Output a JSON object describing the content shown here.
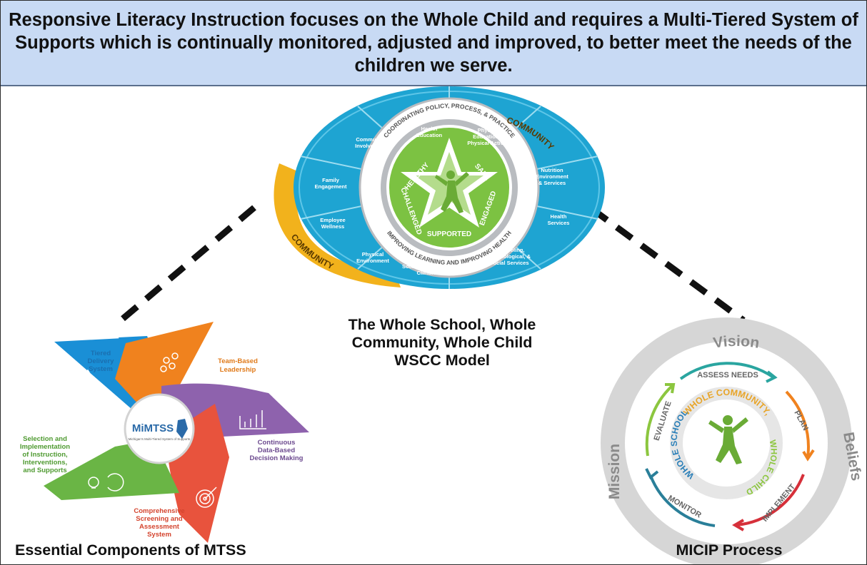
{
  "header": {
    "title": "Responsive Literacy Instruction focuses on the Whole Child and requires a Multi-Tiered System of Supports which is continually monitored, adjusted and improved, to better meet the needs of the children we serve."
  },
  "wscc": {
    "caption_line1": "The Whole School, Whole",
    "caption_line2": "Community, Whole Child",
    "caption_line3": "WSCC Model",
    "community_top": "COMMUNITY",
    "community_bottom": "COMMUNITY",
    "ring_top": "COORDINATING POLICY, PROCESS, & PRACTICE",
    "ring_bottom": "IMPROVING LEARNING AND IMPROVING HEALTH",
    "star_words": [
      "HEALTHY",
      "SAFE",
      "ENGAGED",
      "SUPPORTED",
      "CHALLENGED"
    ],
    "segments": [
      {
        "l1": "Health",
        "l2": "Education",
        "l3": ""
      },
      {
        "l1": "Physical",
        "l2": "Education &",
        "l3": "Physical Activity"
      },
      {
        "l1": "Nutrition",
        "l2": "Environment",
        "l3": "& Services"
      },
      {
        "l1": "Health",
        "l2": "Services",
        "l3": ""
      },
      {
        "l1": "Counseling,",
        "l2": "Psychological, &",
        "l3": "Social Services"
      },
      {
        "l1": "Social & Emotional",
        "l2": "Climate",
        "l3": ""
      },
      {
        "l1": "Physical",
        "l2": "Environment",
        "l3": ""
      },
      {
        "l1": "Employee",
        "l2": "Wellness",
        "l3": ""
      },
      {
        "l1": "Family",
        "l2": "Engagement",
        "l3": ""
      },
      {
        "l1": "Community",
        "l2": "Involvement",
        "l3": ""
      }
    ]
  },
  "mtss": {
    "caption": "Essential Components of MTSS",
    "center_logo": "MiMTSS",
    "center_sub": "Michigan's Multi-Tiered System of Supports",
    "tiered": {
      "l1": "Tiered",
      "l2": "Delivery",
      "l3": "System"
    },
    "team": {
      "l1": "Team-Based",
      "l2": "Leadership"
    },
    "data": {
      "l1": "Continuous",
      "l2": "Data-Based",
      "l3": "Decision Making"
    },
    "screening": {
      "l1": "Comprehensive",
      "l2": "Screening and",
      "l3": "Assessment",
      "l4": "System"
    },
    "selection": {
      "l1": "Selection and",
      "l2": "Implementation",
      "l3": "of Instruction,",
      "l4": "Interventions,",
      "l5": "and Supports"
    },
    "colors": {
      "blue": "#1a8fd6",
      "orange": "#f0821e",
      "purple": "#8e62ad",
      "red": "#e8533d",
      "green": "#6ab545"
    }
  },
  "micip": {
    "caption": "MICIP Process",
    "vision": "Vision",
    "beliefs": "Beliefs",
    "mission": "Mission",
    "whole_community": "WHOLE COMMUNITY,",
    "whole_child": "WHOLE CHILD",
    "whole_school": "WHOLE SCHOOL,",
    "steps": {
      "assess": "ASSESS NEEDS",
      "plan": "PLAN",
      "implement": "IMPLEMENT",
      "monitor": "MONITOR",
      "evaluate": "EVALUATE"
    }
  }
}
